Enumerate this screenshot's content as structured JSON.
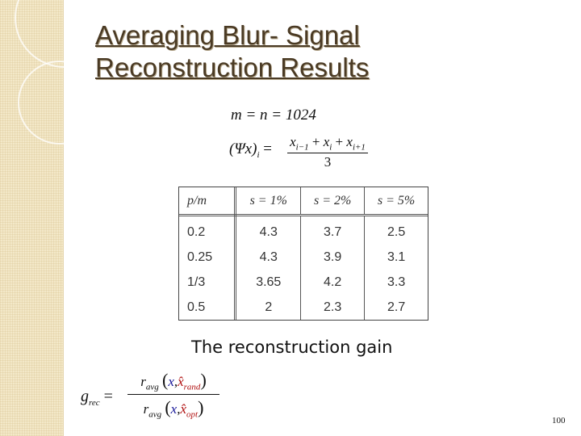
{
  "slide": {
    "title_line1": "Averaging Blur- Signal",
    "title_line2": "Reconstruction Results",
    "page_number": "100"
  },
  "equations": {
    "size_eq": "m = n = 1024",
    "operator_lhs": "(Ψx)",
    "operator_lhs_sub": "i",
    "operator_equals": "=",
    "operator_num_x1": "x",
    "operator_num_s1": "i−1",
    "operator_num_x2": "x",
    "operator_num_s2": "i",
    "operator_num_x3": "x",
    "operator_num_s3": "i+1",
    "operator_plus": "+",
    "operator_den": "3"
  },
  "table": {
    "headers": [
      "p/m",
      "s = 1%",
      "s = 2%",
      "s = 5%"
    ],
    "rows": [
      [
        "0.2",
        "4.3",
        "3.7",
        "2.5"
      ],
      [
        "0.25",
        "4.3",
        "3.9",
        "3.1"
      ],
      [
        "1/3",
        "3.65",
        "4.2",
        "3.3"
      ],
      [
        "0.5",
        "2",
        "2.3",
        "2.7"
      ]
    ]
  },
  "gain": {
    "caption": "The reconstruction gain",
    "g": "g",
    "g_sub": "rec",
    "equals": "=",
    "r": "r",
    "r_sub": "avg",
    "x": "x",
    "xhat": "x̂",
    "num_sub": "rand",
    "den_sub": "opt",
    "comma": ","
  },
  "colors": {
    "title": "#4a3a24",
    "panel": "#f3e8c8",
    "x_color": "#1a1a9a",
    "xhat_color": "#b01010"
  }
}
